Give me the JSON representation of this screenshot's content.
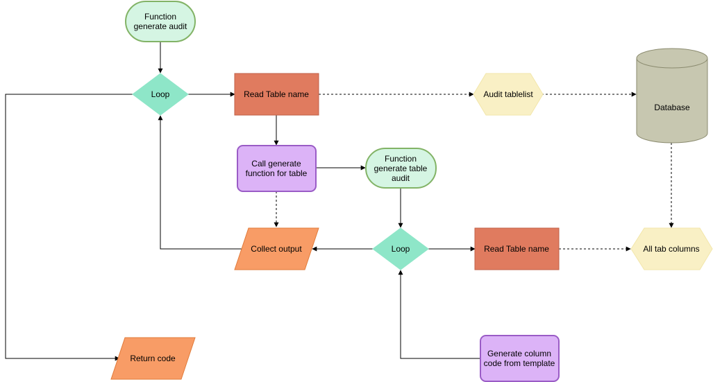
{
  "nodes": {
    "fn_generate_audit": {
      "line1": "Function",
      "line2": "generate audit"
    },
    "loop_top": {
      "label": "Loop"
    },
    "read_table_top": {
      "label": "Read Table name"
    },
    "audit_tablelist": {
      "label": "Audit tablelist"
    },
    "database": {
      "label": "Database"
    },
    "call_generate": {
      "line1": "Call generate",
      "line2": "function for table"
    },
    "fn_generate_table_audit": {
      "line1": "Function",
      "line2": "generate table",
      "line3": "audit"
    },
    "collect_output": {
      "label": "Collect output"
    },
    "loop_mid": {
      "label": "Loop"
    },
    "read_table_mid": {
      "label": "Read Table name"
    },
    "all_tab_columns": {
      "label": "All tab columns"
    },
    "return_code": {
      "label": "Return code"
    },
    "generate_column": {
      "line1": "Generate column",
      "line2": "code from template"
    }
  },
  "colors": {
    "terminator_fill": "#d5f5e3",
    "terminator_stroke": "#82b366",
    "decision_fill": "#8ee6c8",
    "process_fill": "#e07b5f",
    "hexagon_fill": "#f9f0c5",
    "database_fill": "#c7c7b0",
    "subprocess_fill": "#dcb3f7",
    "io_fill": "#f89c66"
  }
}
